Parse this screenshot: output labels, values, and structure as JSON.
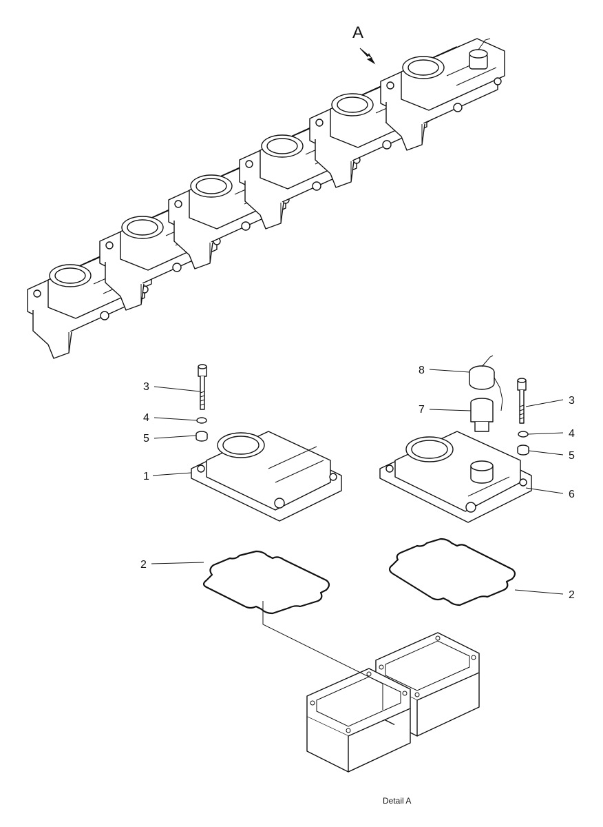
{
  "detail_marker": "A",
  "caption": "Detail A",
  "callouts": [
    {
      "label": "1"
    },
    {
      "label": "2"
    },
    {
      "label": "2"
    },
    {
      "label": "3"
    },
    {
      "label": "3"
    },
    {
      "label": "4"
    },
    {
      "label": "4"
    },
    {
      "label": "5"
    },
    {
      "label": "5"
    },
    {
      "label": "6"
    },
    {
      "label": "7"
    },
    {
      "label": "8"
    }
  ]
}
